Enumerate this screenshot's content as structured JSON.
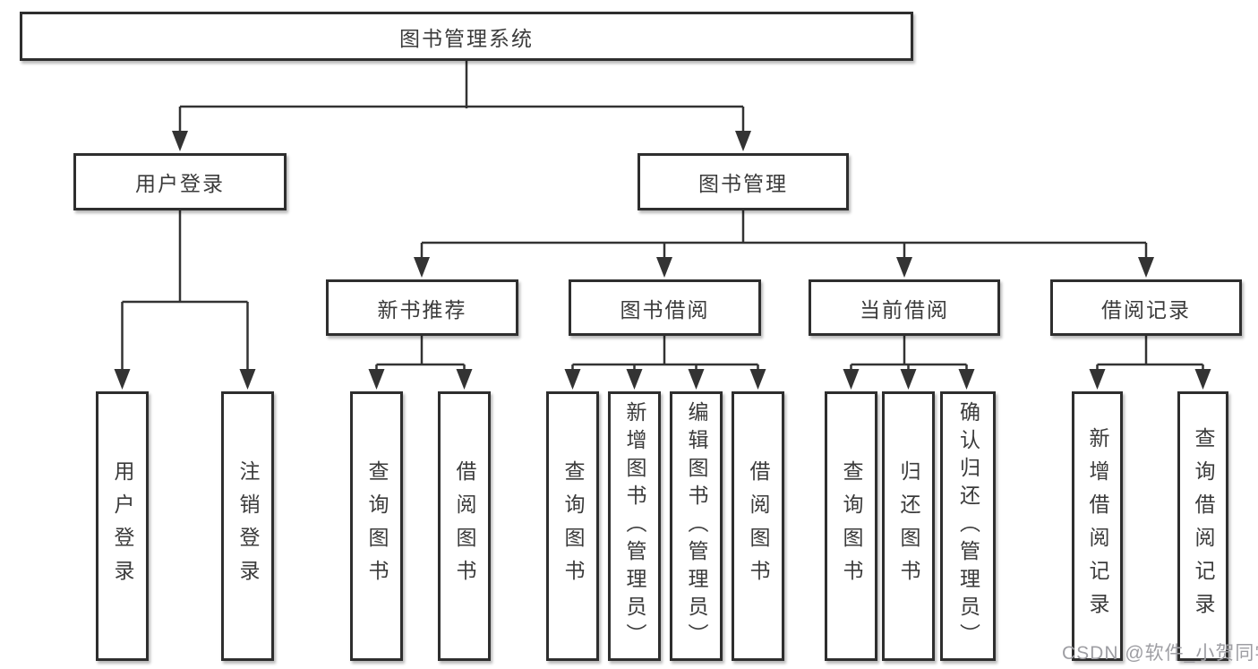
{
  "diagram": {
    "root": {
      "label": "图书管理系统"
    },
    "level2": {
      "user_login": {
        "label": "用户登录"
      },
      "book_management": {
        "label": "图书管理"
      }
    },
    "level3": {
      "new_book_recommend": {
        "label": "新书推荐"
      },
      "book_borrow": {
        "label": "图书借阅"
      },
      "current_borrow": {
        "label": "当前借阅"
      },
      "borrow_records": {
        "label": "借阅记录"
      }
    },
    "level4": {
      "user_login": {
        "label": "用户登录"
      },
      "logout": {
        "label": "注销登录"
      },
      "recommend_query_book": {
        "label": "查询图书"
      },
      "recommend_borrow_book": {
        "label": "借阅图书"
      },
      "borrow_query_book": {
        "label": "查询图书"
      },
      "borrow_add_book_admin": {
        "label": "新增图书（管理员）"
      },
      "borrow_edit_book_admin": {
        "label": "编辑图书（管理员）"
      },
      "borrow_borrow_book": {
        "label": "借阅图书"
      },
      "current_query_book": {
        "label": "查询图书"
      },
      "current_return_book": {
        "label": "归还图书"
      },
      "current_confirm_return_admin": {
        "label": "确认归还（管理员）"
      },
      "records_add_record": {
        "label": "新增借阅记录"
      },
      "records_query_record": {
        "label": "查询借阅记录"
      }
    }
  },
  "watermark": {
    "text": "CSDN @软件_小贺同学"
  },
  "colors": {
    "line": "#333333",
    "box_border": "#2e2e2e",
    "text": "#3b3b3b",
    "watermark": "#9e9ea3",
    "background": "#ffffff"
  }
}
